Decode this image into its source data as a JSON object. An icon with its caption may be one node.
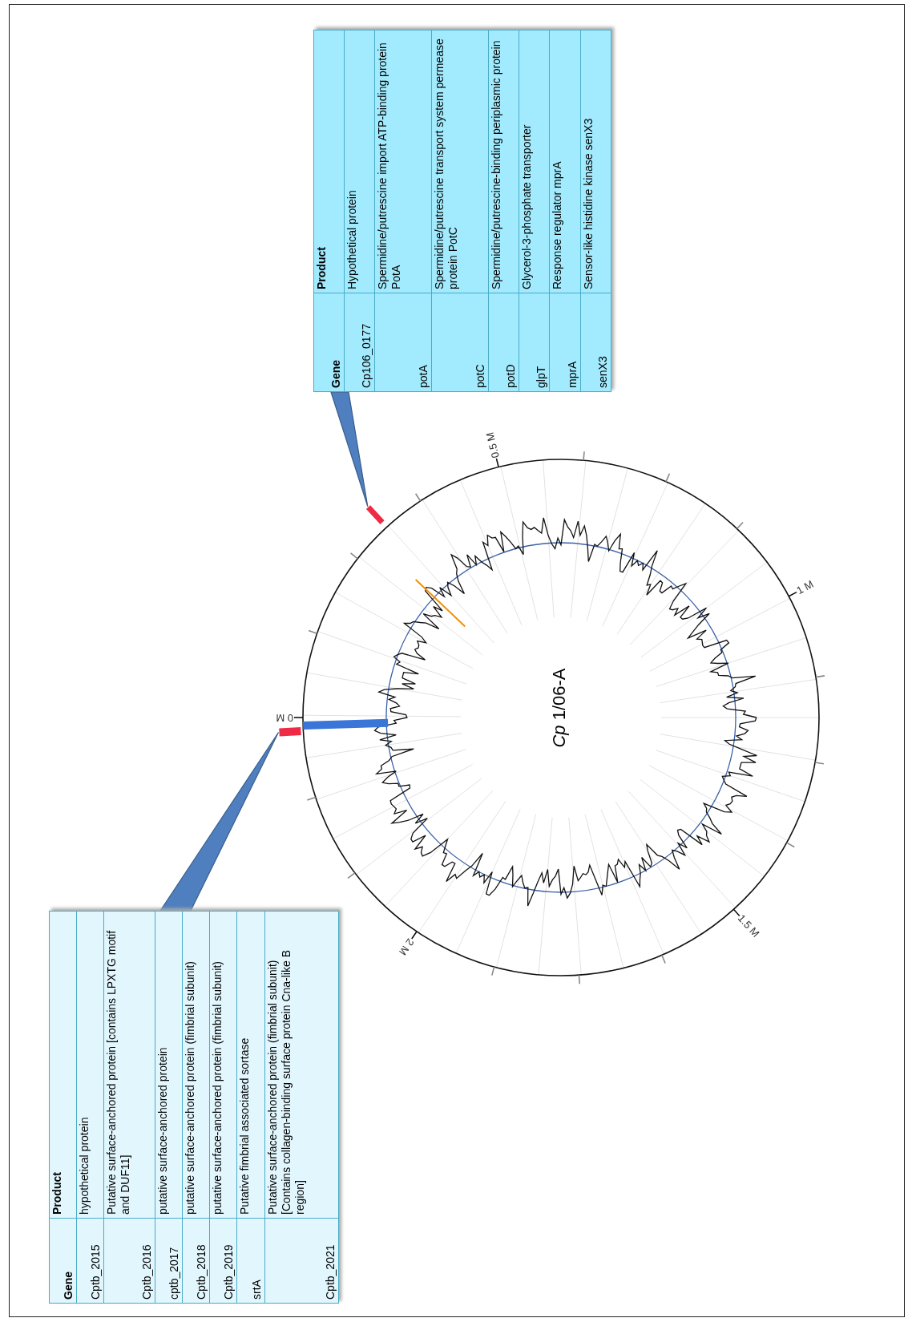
{
  "diagram": {
    "nodes": [
      {
        "text": [
          "Gene",
          "Product",
          "Cp106_0177",
          "Hypothetical protein",
          "potA",
          "Spermidine/putrescine import ATP-binding protein PotA",
          "potC",
          "Spermidine/putrescine transport system permease protein PotC",
          "potD",
          "Spermidine/putrescine-binding periplasmic protein",
          "glpT",
          "Glycerol-3-phosphate transporter",
          "mprA",
          "Response regulator mprA",
          "senX3",
          "Sensor-like histidine kinase senX3"
        ]
      },
      {
        "text": [],
        "shape": "bar"
      },
      {
        "text": [],
        "shape": "bar"
      },
      {
        "text": [
          "Gene",
          "Product",
          "Cptb_2015",
          "hypothetical protein",
          "Cptb_2016",
          "Putative surface-anchored protein [contains LPXTG motif and DUF11]",
          "cptb_2017",
          "putative surface-anchored protein",
          "Cptb_2018",
          "putative surface-anchored protein (fimbrial subunit)",
          "Cptb_2019",
          "putative surface-anchored protein (fimbrial subunit)",
          "srtA",
          "Putative fimbrial associated sortase",
          "Cptb_2021",
          "Putative surface-anchored protein (fimbrial subunit) [Contains collagen-binding surface protein Cna-like B region]"
        ]
      }
    ],
    "edges": [
      {
        "from": 0,
        "to": 1,
        "arrow": "none"
      },
      {
        "from": 3,
        "to": 2,
        "arrow": "none"
      }
    ],
    "labels": [
      "0.5 M",
      "1 M",
      "0 M",
      "*Cp* 1/06-A",
      "1.5 M",
      "2 M"
    ]
  }
}
